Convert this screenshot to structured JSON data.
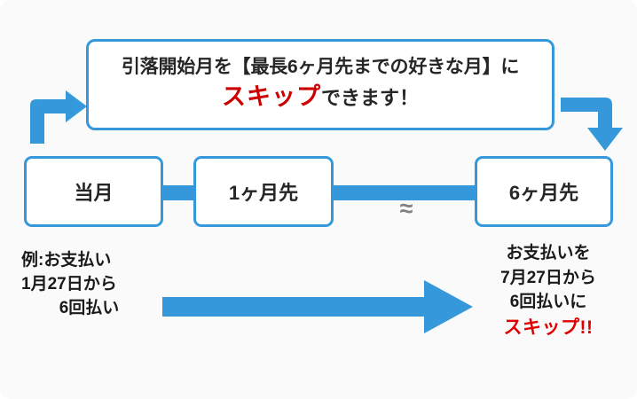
{
  "theme": {
    "accent_blue": "#3498db",
    "accent_red": "#cc0000",
    "text_dark": "#262626",
    "approx_gray": "#808080",
    "canvas_bg": "#fafafa",
    "box_bg": "#ffffff"
  },
  "callout": {
    "line1": "引落開始月を【最長6ヶ月先までの好きな月】に",
    "line2_highlight": "スキップ",
    "line2_rest": "できます！"
  },
  "timeline": {
    "boxes": [
      {
        "label": "当月"
      },
      {
        "label": "1ヶ月先"
      },
      {
        "label": "6ヶ月先"
      }
    ],
    "approx_symbol": "≈"
  },
  "example": {
    "left": {
      "line1": "例:お支払い",
      "line2": "1月27日から",
      "line3": "6回払い"
    },
    "right": {
      "line1": "お支払いを",
      "line2": "7月27日から",
      "line3": "6回払いに",
      "line4_highlight": "スキップ!!"
    }
  },
  "icons": {
    "elbow_up_right_arrow": "elbow-up-right-arrow-icon",
    "elbow_right_down_arrow": "elbow-right-down-arrow-icon",
    "big_right_arrow": "big-right-arrow-icon"
  }
}
